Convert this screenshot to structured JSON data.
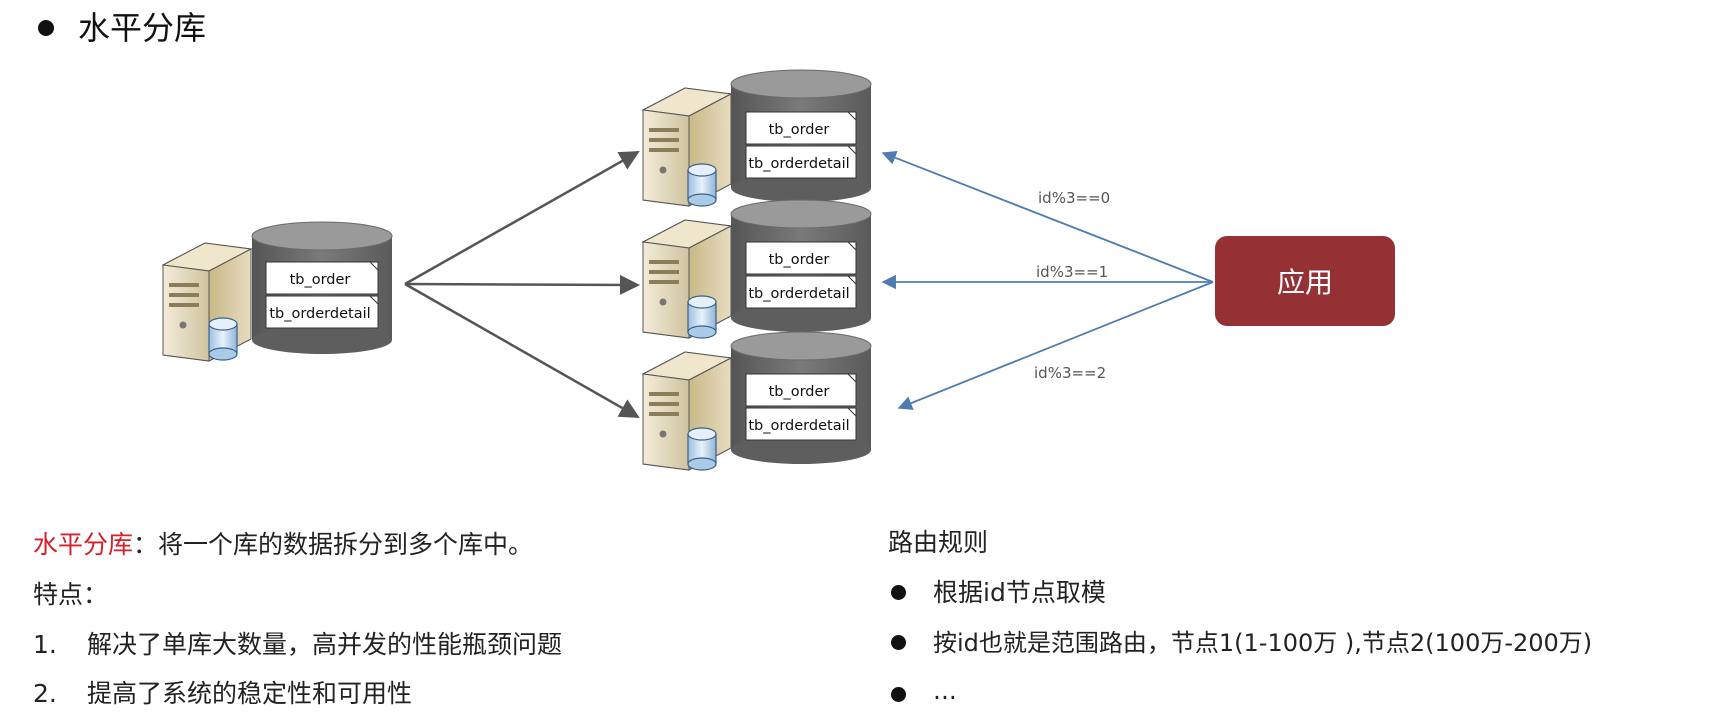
{
  "title": "水平分库",
  "source_db": {
    "tables": [
      "tb_order",
      "tb_orderdetail"
    ]
  },
  "target_dbs": [
    {
      "tables": [
        "tb_order",
        "tb_orderdetail"
      ]
    },
    {
      "tables": [
        "tb_order",
        "tb_orderdetail"
      ]
    },
    {
      "tables": [
        "tb_order",
        "tb_orderdetail"
      ]
    }
  ],
  "routes": [
    "id%3==0",
    "id%3==1",
    "id%3==2"
  ],
  "app_label": "应用",
  "colors": {
    "app": "#953034",
    "route_arrow": "#4f7bb0",
    "split_arrow": "#555555",
    "highlight": "#d5202a"
  },
  "description": {
    "term": "水平分库",
    "definition": "：将一个库的数据拆分到多个库中。",
    "features_label": "特点：",
    "features": [
      {
        "num": "1.",
        "text": "解决了单库大数量，高并发的性能瓶颈问题"
      },
      {
        "num": "2.",
        "text": "提高了系统的稳定性和可用性"
      }
    ]
  },
  "routing": {
    "heading": "路由规则",
    "rules": [
      "根据id节点取模",
      "按id也就是范围路由，节点1(1-100万 ),节点2(100万-200万)",
      "..."
    ]
  }
}
